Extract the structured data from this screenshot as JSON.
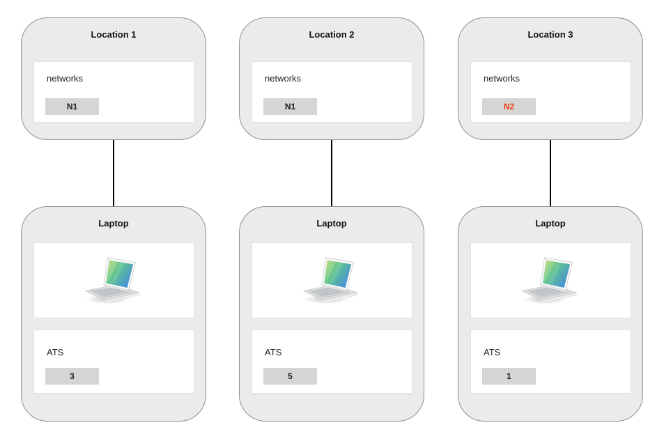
{
  "theme": {
    "card-bg": "#ebebeb",
    "card-border": "#8f8f8f",
    "panel-bg": "#ffffff",
    "panel-border": "#dedede",
    "badge-bg": "#d5d5d5",
    "text": "#1a1a1a",
    "connector": "#000000"
  },
  "locations": [
    {
      "title": "Location 1",
      "label": "networks",
      "badge": "N1",
      "badge_color": "#1a1a1a"
    },
    {
      "title": "Location 2",
      "label": "networks",
      "badge": "N1",
      "badge_color": "#1a1a1a"
    },
    {
      "title": "Location 3",
      "label": "networks",
      "badge": "N2",
      "badge_color": "#f53a12"
    }
  ],
  "laptops": [
    {
      "title": "Laptop",
      "label": "ATS",
      "badge": "3"
    },
    {
      "title": "Laptop",
      "label": "ATS",
      "badge": "5"
    },
    {
      "title": "Laptop",
      "label": "ATS",
      "badge": "1"
    }
  ]
}
